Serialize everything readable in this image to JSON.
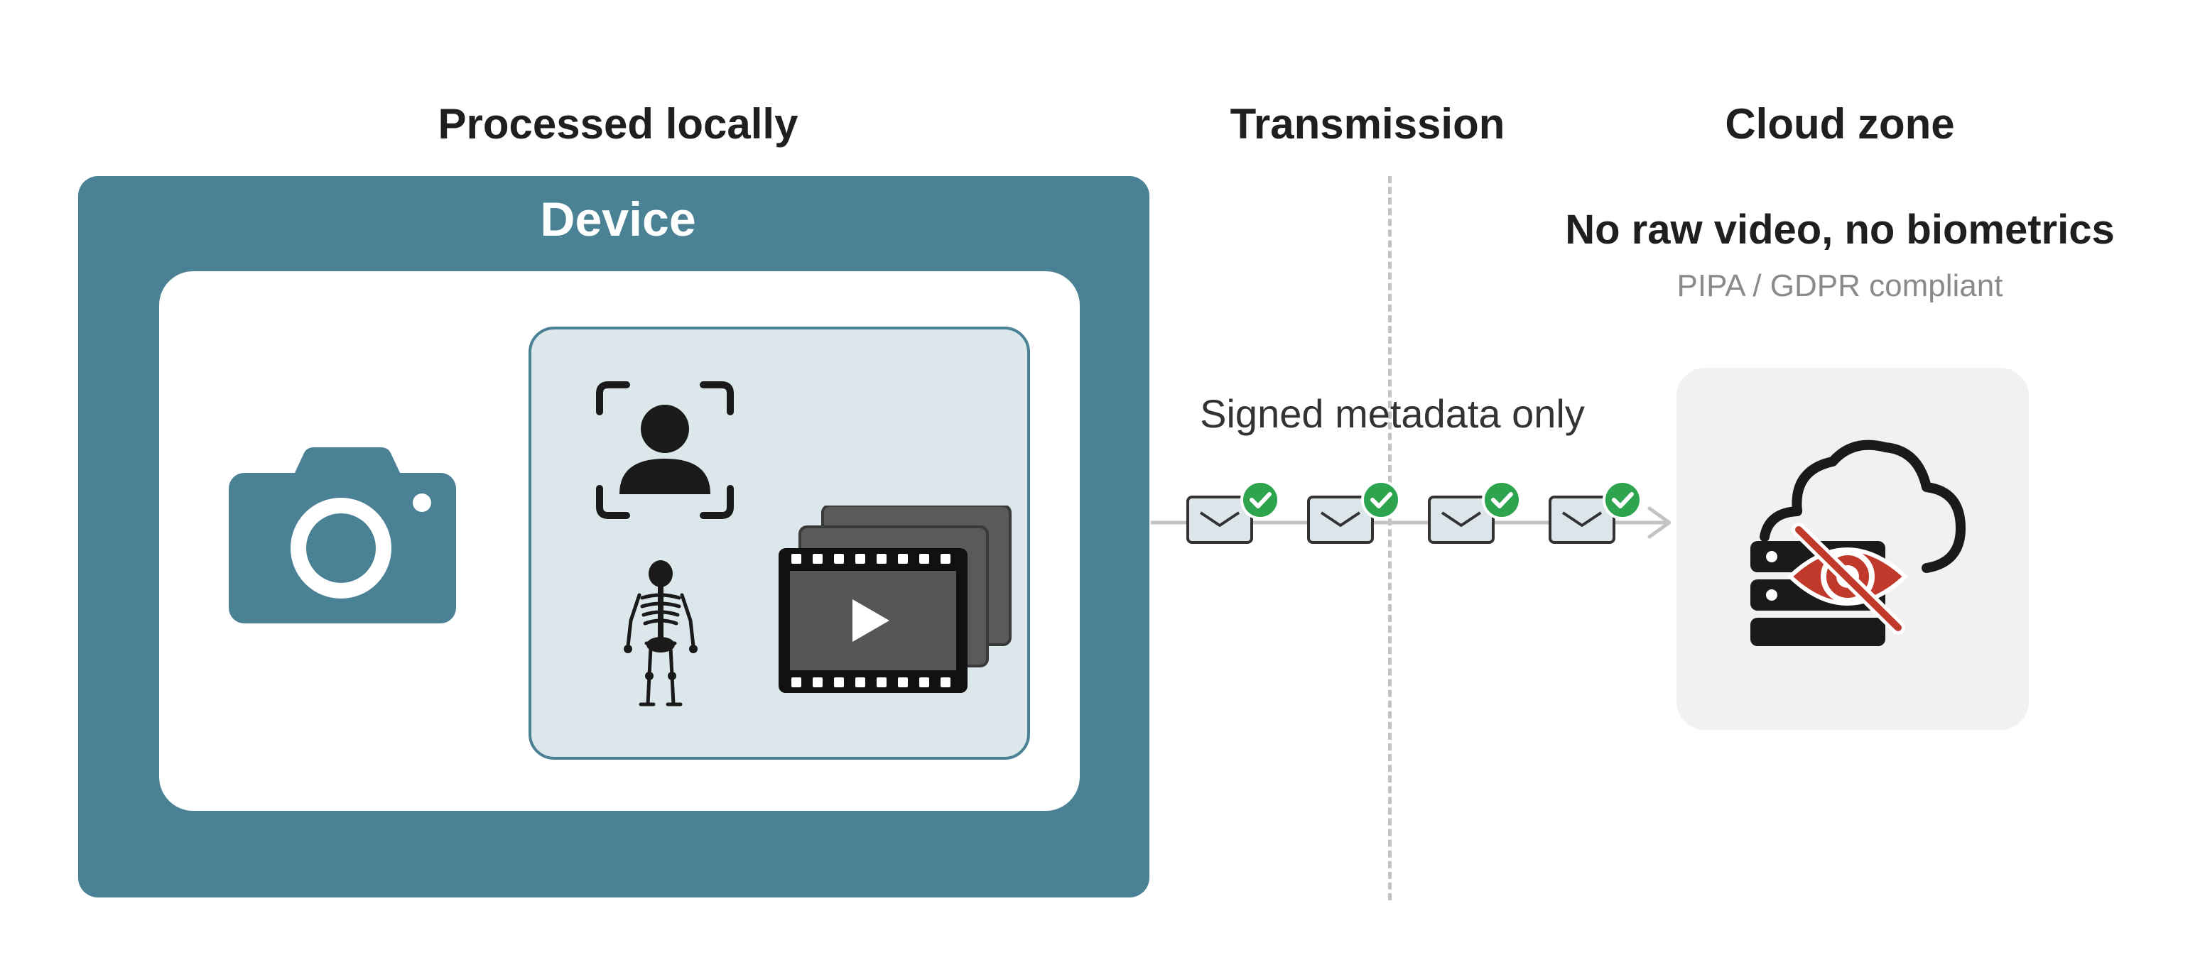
{
  "headings": {
    "local": "Processed locally",
    "transmission": "Transmission",
    "cloud": "Cloud zone"
  },
  "device": {
    "title": "Device"
  },
  "transmission": {
    "label": "Signed metadata only",
    "packet_count": 4
  },
  "cloud": {
    "title": "No raw video, no biometrics",
    "subtitle": "PIPA / GDPR compliant"
  },
  "icons": {
    "camera": "camera-icon",
    "face_scan": "face-scan-icon",
    "skeleton": "skeleton-icon",
    "video": "video-stack-icon",
    "envelope": "envelope-icon",
    "check": "check-badge-icon",
    "cloud_server": "cloud-server-icon",
    "eye_off": "eye-off-icon"
  },
  "colors": {
    "device": "#4b8194",
    "panel": "#dbe7ea",
    "check": "#2ea44f",
    "eye_off": "#c0392b",
    "divider": "#c2c2c2"
  }
}
